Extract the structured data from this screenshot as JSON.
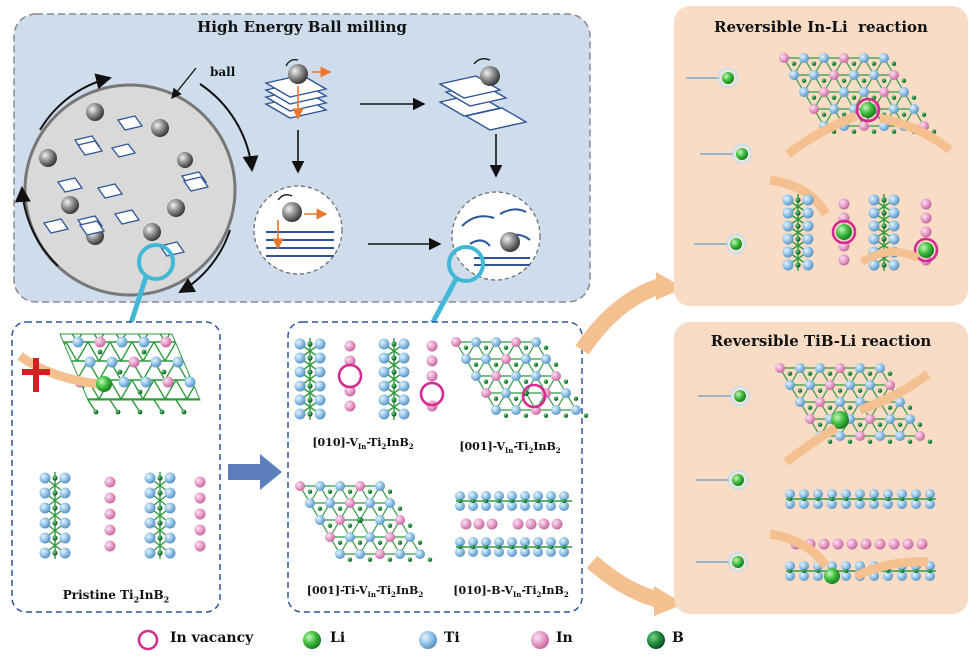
{
  "ball_milling": {
    "title": "High Energy Ball milling",
    "ball_label": "ball"
  },
  "pristine": {
    "label_prefix": "Pristine Ti",
    "sub1": "2",
    "mid": "InB",
    "sub2": "2"
  },
  "vacancy_structures": [
    {
      "pre": "[010]-V",
      "sub_in": "In",
      "mid": "-Ti",
      "s2": "2",
      "mid2": "InB",
      "s3": "2"
    },
    {
      "pre": "[001]-V",
      "sub_in": "In",
      "mid": "-Ti",
      "s2": "2",
      "mid2": "InB",
      "s3": "2"
    },
    {
      "pre": "[001]-Ti-V",
      "sub_in": "In",
      "mid": "-Ti",
      "s2": "2",
      "mid2": "InB",
      "s3": "2"
    },
    {
      "pre": "[010]-B-V",
      "sub_in": "In",
      "mid": "-Ti",
      "s2": "2",
      "mid2": "InB",
      "s3": "2"
    }
  ],
  "reactions": {
    "in_li_title": "Reversible In-Li  reaction",
    "tib_li_title": "Reversible TiB-Li reaction"
  },
  "legend": [
    {
      "label": "In vacancy",
      "kind": "ring",
      "color": "#d62b8f"
    },
    {
      "label": "Li",
      "kind": "sphere",
      "color": "#3fbf3f"
    },
    {
      "label": "Ti",
      "kind": "sphere",
      "color": "#8ec0e6"
    },
    {
      "label": "In",
      "kind": "sphere",
      "color": "#e59ac6"
    },
    {
      "label": "B",
      "kind": "sphere",
      "color": "#1e8a3a"
    }
  ],
  "colors": {
    "ti": "#8ec0e6",
    "in": "#e59ac6",
    "b": "#2e9a3e",
    "li": "#3fbf3f",
    "vacancy": "#d62b8f",
    "milling_bg": "#cfdcec",
    "reaction_bg": "#f8dcc6",
    "arrow": "#f5c08f",
    "cyan": "#41b8d6",
    "navy": "#2f5597"
  }
}
